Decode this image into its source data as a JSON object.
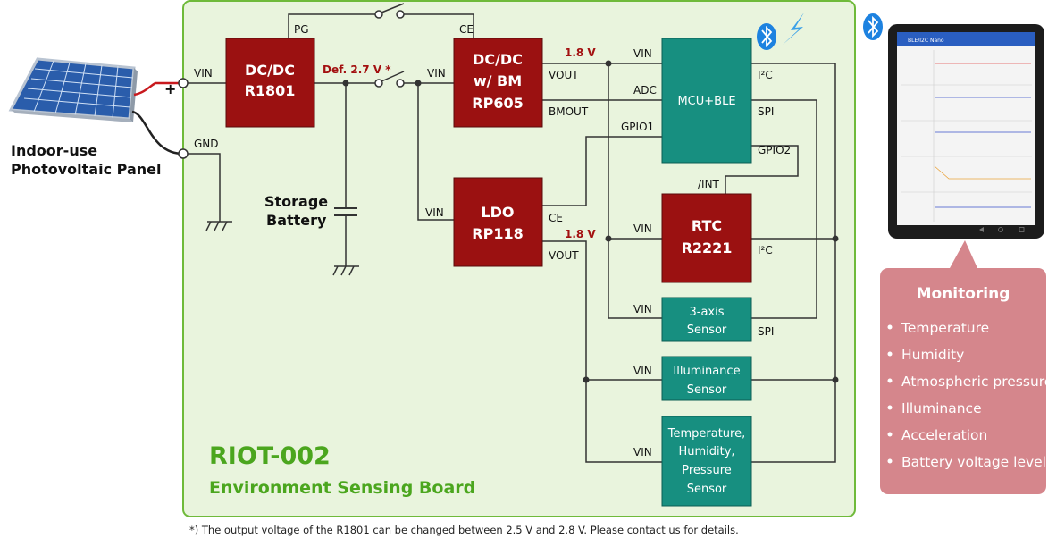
{
  "board": {
    "name": "RIOT-002",
    "subtitle": "Environment Sensing Board"
  },
  "panel": {
    "label_line1": "Indoor-use",
    "label_line2": "Photovoltaic Panel",
    "plus": "+"
  },
  "battery": {
    "label_line1": "Storage",
    "label_line2": "Battery"
  },
  "blocks": {
    "dcdc1": {
      "line1": "DC/DC",
      "line2": "R1801"
    },
    "dcdc2": {
      "line1": "DC/DC",
      "line2": "w/ BM",
      "line3": "RP605"
    },
    "ldo": {
      "line1": "LDO",
      "line2": "RP118"
    },
    "mcu": {
      "line1": "MCU+BLE"
    },
    "rtc": {
      "line1": "RTC",
      "line2": "R2221"
    },
    "accel": {
      "line1": "3-axis",
      "line2": "Sensor"
    },
    "illum": {
      "line1": "Illuminance",
      "line2": "Sensor"
    },
    "thp": {
      "line1": "Temperature,",
      "line2": "Humidity,",
      "line3": "Pressure",
      "line4": "Sensor"
    }
  },
  "pins": {
    "vin": "VIN",
    "gnd": "GND",
    "pg": "PG",
    "ce": "CE",
    "vout": "VOUT",
    "bmout": "BMOUT",
    "adc": "ADC",
    "gpio1": "GPIO1",
    "gpio2": "GPIO2",
    "i2c": "I²C",
    "spi": "SPI",
    "int": "/INT"
  },
  "voltages": {
    "def": "Def. 2.7 V *",
    "v18": "1.8 V"
  },
  "note": "*) The output voltage of the R1801 can be changed between 2.5 V and 2.8 V. Please contact us for details.",
  "monitoring": {
    "title": "Monitoring",
    "items": [
      "Temperature",
      "Humidity",
      "Atmospheric pressure",
      "Illuminance",
      "Acceleration",
      "Battery voltage level"
    ]
  },
  "tablet": {
    "header": "BLE/I2C Nano"
  },
  "colors": {
    "board_bg": "#e9f4dd",
    "board_border": "#6fba3a",
    "red_block": "#9b1111",
    "teal_block": "#178f80",
    "monitor_bg": "#d5868c",
    "bluetooth": "#1d82e0"
  }
}
